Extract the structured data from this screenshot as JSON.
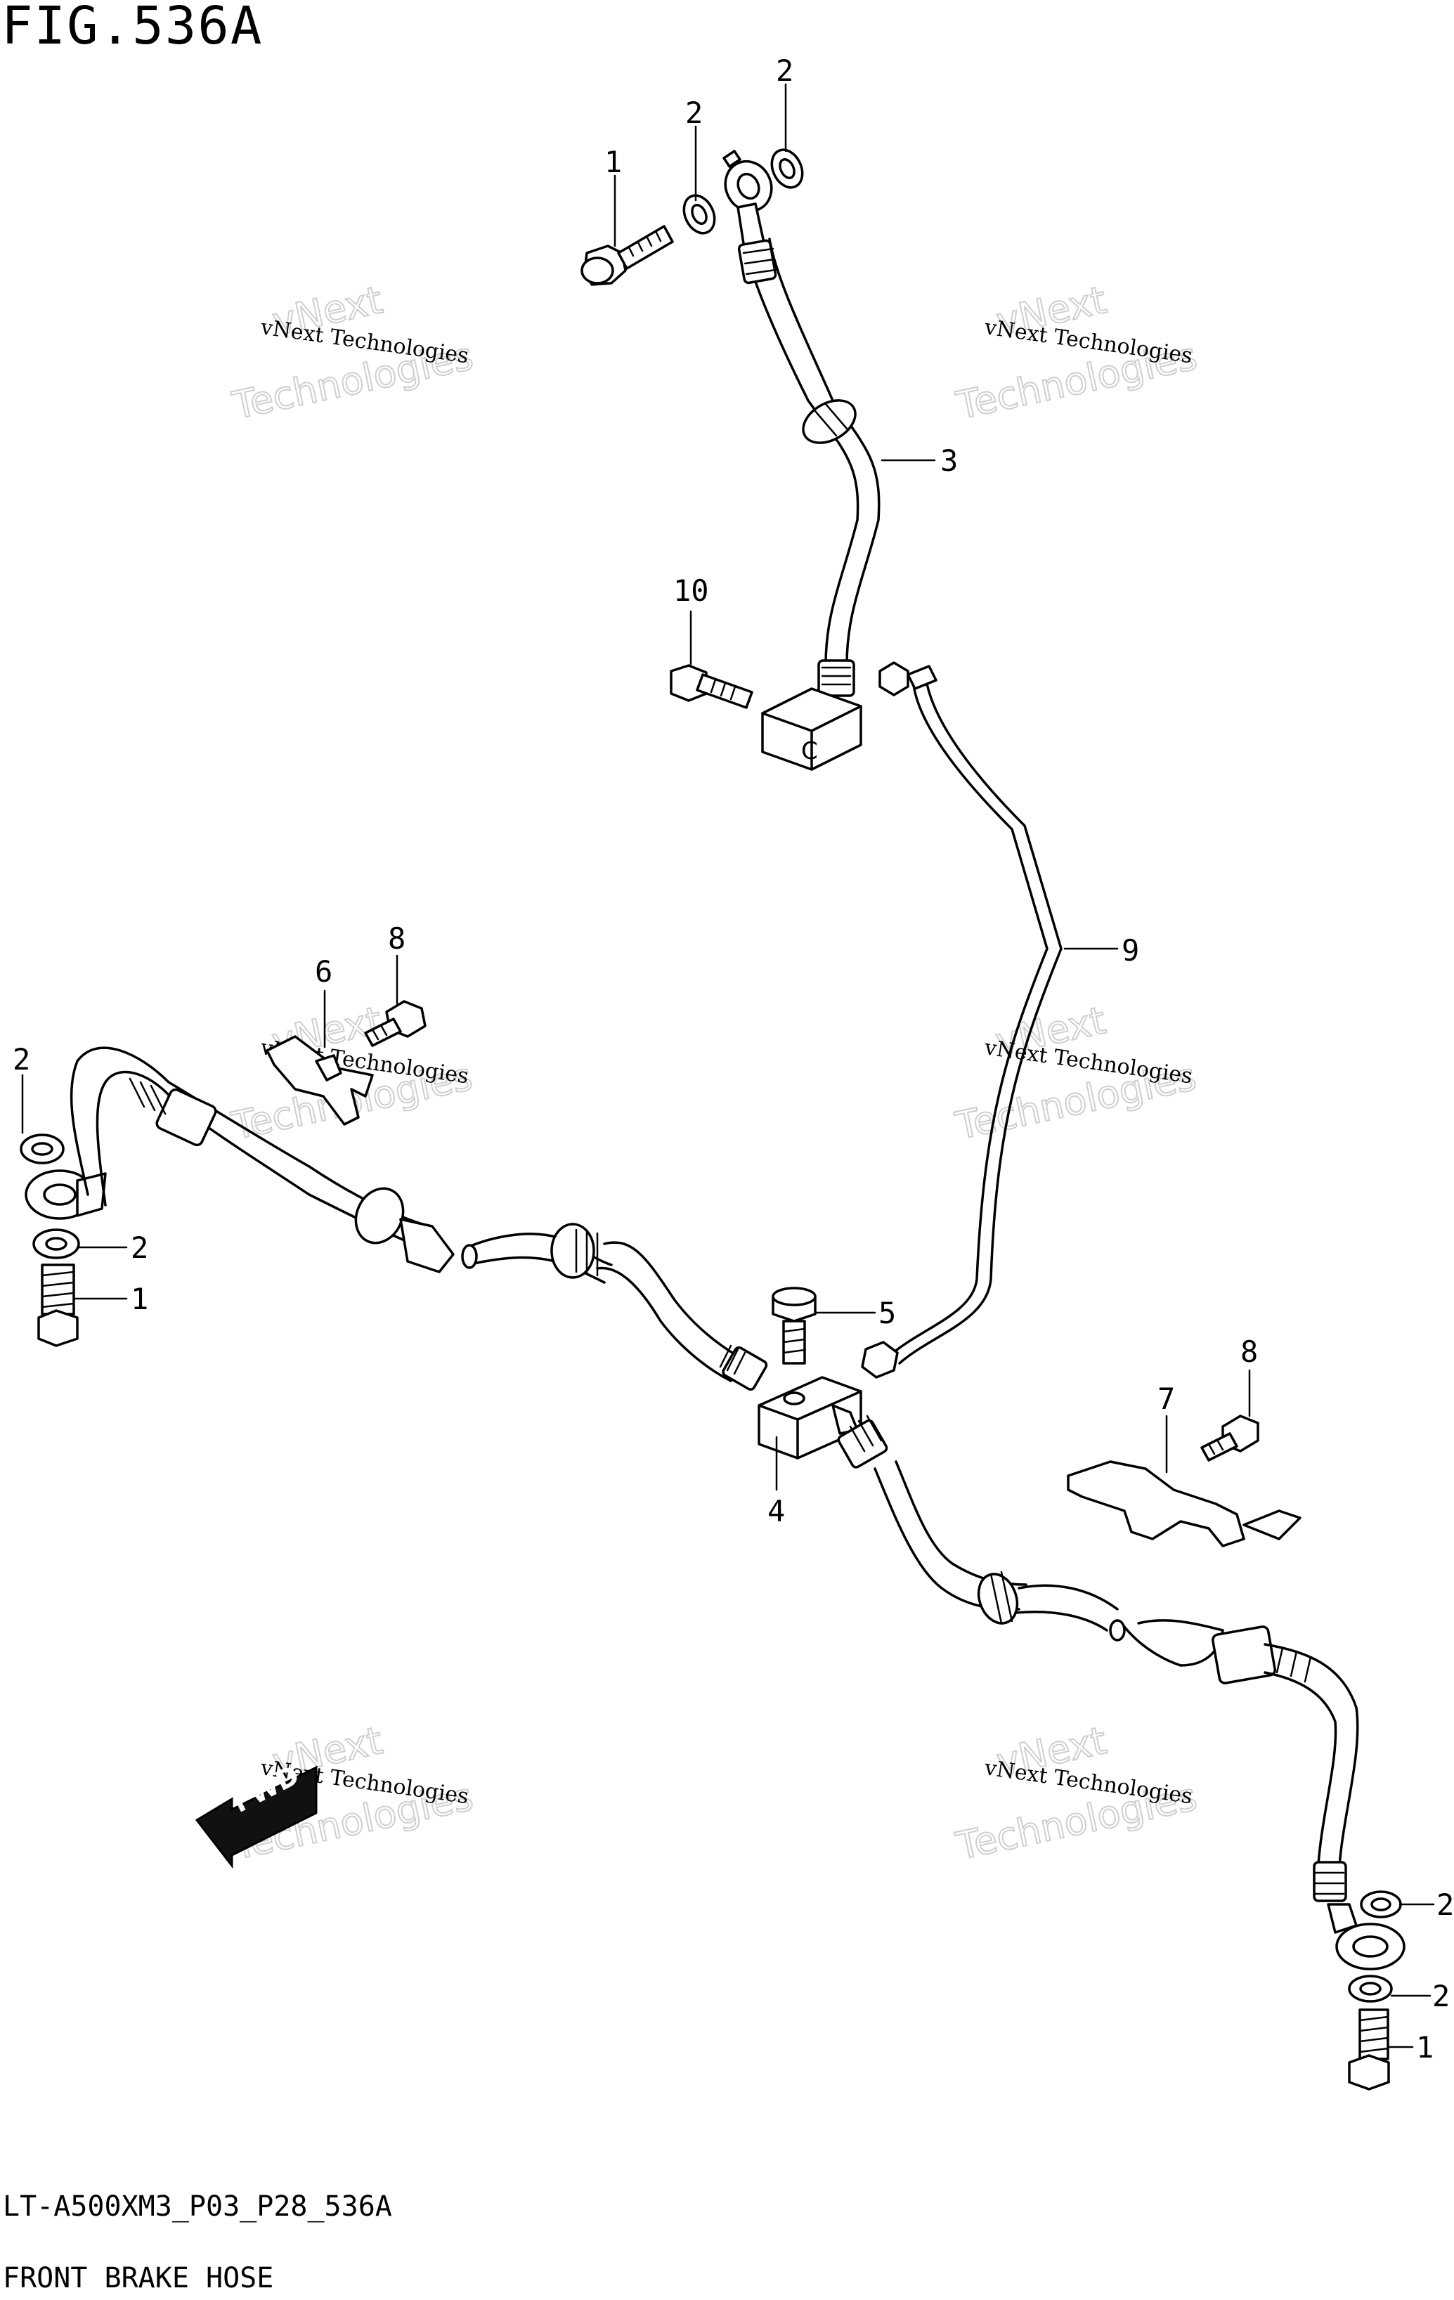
{
  "figure": {
    "title": "FIG.536A",
    "code": "LT-A500XM3_P03_P28_536A",
    "name": "FRONT BRAKE HOSE"
  },
  "callouts": {
    "c1a": "1",
    "c2a": "2",
    "c2b": "2",
    "c3": "3",
    "c10": "10",
    "c9": "9",
    "c6": "6",
    "c8a": "8",
    "c2c": "2",
    "c2d": "2",
    "c1b": "1",
    "c5": "5",
    "c4": "4",
    "c7": "7",
    "c8b": "8",
    "c2e": "2",
    "c2f": "2",
    "c1c": "1"
  },
  "watermark": {
    "small": "vNext Technologies",
    "big_top": "vNext",
    "big_bottom": "Technologies"
  },
  "fwd_label": "FWD"
}
